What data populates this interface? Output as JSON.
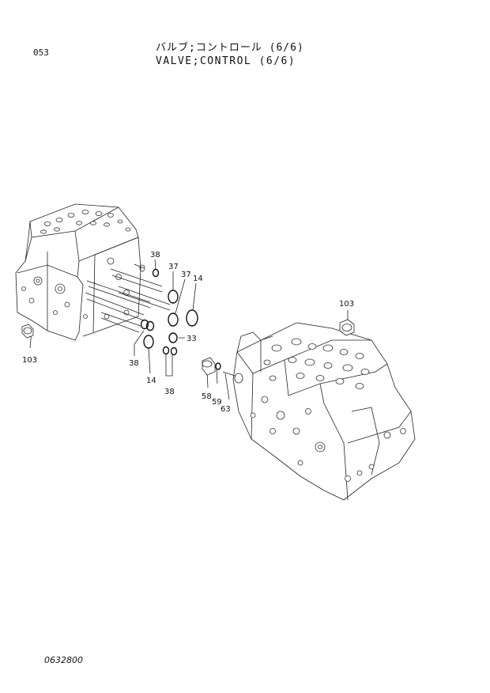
{
  "header": {
    "page_number": "053",
    "title_jp": "バルブ;コントロール (6/6)",
    "title_en": "VALVE;CONTROL (6/6)"
  },
  "footer": {
    "drawing_code": "0632800"
  },
  "part_labels": {
    "p38_top": "38",
    "p37_a": "37",
    "p37_b": "37",
    "p14_top": "14",
    "p33": "33",
    "p38_left": "38",
    "p14_bottom": "14",
    "p38_bottom": "38",
    "p103_left": "103",
    "p103_right": "103",
    "p58": "58",
    "p59": "59",
    "p63": "63"
  }
}
